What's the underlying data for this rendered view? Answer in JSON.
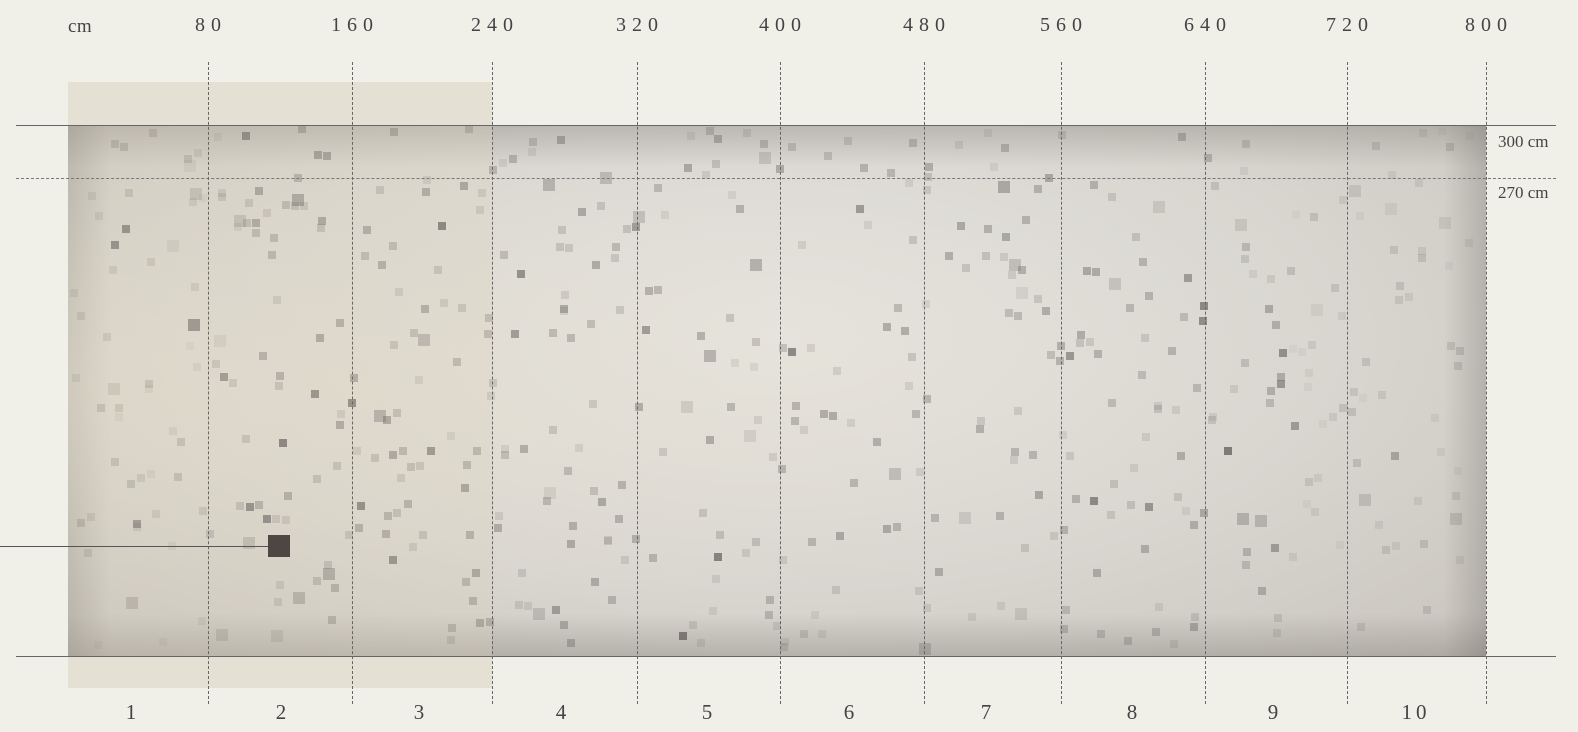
{
  "unit_label": "cm",
  "scale_ticks": [
    "80",
    "160",
    "240",
    "320",
    "400",
    "480",
    "560",
    "640",
    "720",
    "800"
  ],
  "panel_numbers": [
    "1",
    "2",
    "3",
    "4",
    "5",
    "6",
    "7",
    "8",
    "9",
    "10"
  ],
  "height_labels": [
    "300 cm",
    "270 cm"
  ],
  "colors": {
    "background": "#f0efe8",
    "highlight_zone": "#e4e1d4",
    "marker": "#4d4642",
    "lines": "#666666"
  },
  "wall": {
    "width_cm": 800,
    "height_cm": 300,
    "reference_height_cm": 270,
    "highlighted_panels": [
      "1",
      "2",
      "3"
    ]
  }
}
